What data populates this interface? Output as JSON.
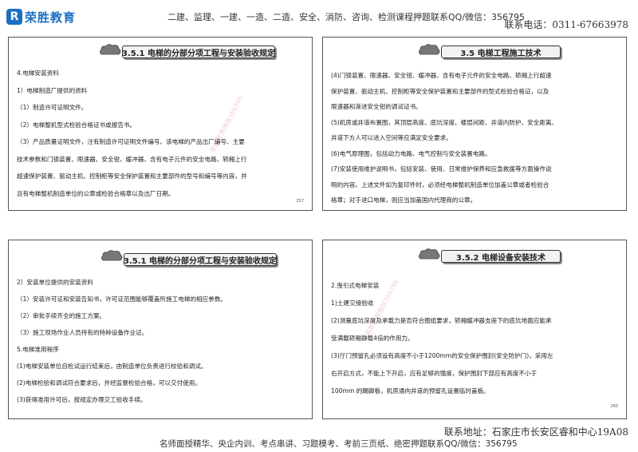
{
  "header": {
    "logo_mark": "R",
    "logo_text": "荣胜教育",
    "slogan": "二建、监理、一建、一造、二造、安全、消防、咨询、检测课程押题联系QQ/微信：356795",
    "phone": "联系电话：0311-67663978"
  },
  "panels": [
    {
      "title": "3.5.1 电梯的分部分项工程与安装验收规定",
      "lines": [
        "4.电梯安装资料",
        "1）电梯制造厂提供的资料",
        "（1）制造许可证明文件。",
        "（2）电梯整机型式检验合格证书或报告书。",
        "（3）产品质量证明文件，注有制造许可证明文件编号、该电梯的产品出厂编号、主要",
        "技术参数和门锁装置、限速器、安全钳、缓冲器、含有电子元件的安全电路、轿厢上行",
        "超速保护装置、驱动主机、控制柜等安全保护装置和主要部件的型号和编号等内容，并",
        "且有电梯整机制造单位的公章或检验合格章以及出厂日期。"
      ],
      "page_num": "257"
    },
    {
      "title": "3.5  电梯工程施工技术",
      "lines": [
        "(4)门锁装置、限速器、安全钳、缓冲器、含有电子元件的安全电路、轿厢上行超速",
        "保护装置、驱动主机、控制柜等安全保护装置和主要部件的型式检验合格证，以及",
        "限速器和渐进安全钳的调试证书。",
        "(5)机房或井道布置图，其顶层高度、底坑深度、楼层间距、井道内防护、安全距离、",
        "井道下方人可以进入空间等应满足安全要求。",
        "(6)电气原理图，包括动力电路、电气控制与安全装置电路。",
        "(7)安装使用维护说明书，包括安装、使用、日常维护保养和应急救援等方面操作说",
        "明的内容。上述文件如为复印件时，必须经电梯整机制造单位加盖公章或者检验合",
        "格章；对于进口电梯，则应当加盖国内代理商的公章。"
      ],
      "page_num": ""
    },
    {
      "title": "3.5.1 电梯的分部分项工程与安装验收规定",
      "lines": [
        "2）安装单位提供的安装资料",
        "（1）安装许可证和安装告知书，许可证范围能够覆盖所施工电梯的相应参数。",
        "（2）审批手续齐全的施工方案。",
        "（3）施工现场作业人员持有的特种设备作业证。",
        "5.电梯准用程序",
        "(1)电梯安装单位自检试运行结束后，由制造单位负责进行校验和调试。",
        "(2)电梯检验和调试符合要求后，并经监督检验合格，可以交付使用。",
        "(3)获得准用许可后，按规定办理交工验收手续。"
      ],
      "page_num": ""
    },
    {
      "title": "3.5.2 电梯设备安装技术",
      "lines": [
        "2.曳引式电梯安装",
        "1)土建交接验收",
        "(2)测量底坑深度及承载力是否符合图纸要求，轿厢缓冲器支座下的底坑地面应能承",
        "受满载轿厢静载4倍的作用力。",
        "(3)厅门预留孔必须设有高度不小于1200mm的安全保护围封(安全防护门)，采用左",
        "右开启方式，不能上下开启，应有足够的强度，保护围封下部应有高度不小于",
        "100mm 的踢脚板，机房通向井道的预留孔设置临时盖板。"
      ],
      "page_num": "260"
    }
  ],
  "watermark": "荣胜教育微信356795",
  "footer": {
    "address": "联系地址：石家庄市长安区睿和中心19A08",
    "slogan": "名师面授精华、央企内训、考点串讲、习题模考、考前三页纸、绝密押题联系QQ/微信：356795"
  }
}
